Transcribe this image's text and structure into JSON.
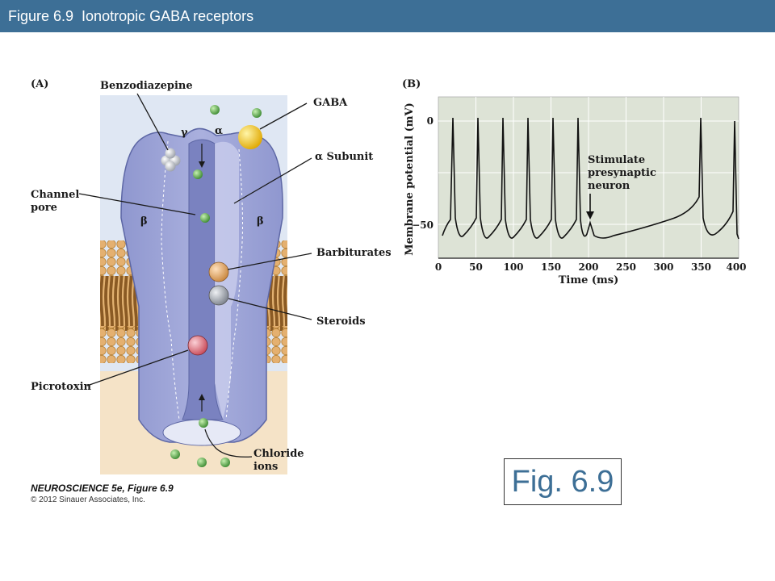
{
  "header": {
    "title": "Figure 6.9  Ionotropic GABA receptors"
  },
  "panel_a": {
    "panel_label": "(A)",
    "labels": {
      "benzodiazepine": "Benzodiazepine",
      "gaba": "GABA",
      "alpha_subunit": "α Subunit",
      "channel_pore_1": "Channel",
      "channel_pore_2": "pore",
      "barbiturates": "Barbiturates",
      "steroids": "Steroids",
      "picrotoxin": "Picrotoxin",
      "chloride_1": "Chloride",
      "chloride_2": "ions"
    },
    "subunit_labels": {
      "gamma": "γ",
      "alpha": "α",
      "beta_left": "β",
      "beta_right": "β"
    }
  },
  "panel_b": {
    "panel_label": "(B)",
    "ylabel": "Membrane potential (mV)",
    "xlabel": "Time (ms)",
    "y_ticks": [
      "0",
      "−50"
    ],
    "x_ticks": [
      "0",
      "50",
      "100",
      "150",
      "200",
      "250",
      "300",
      "350",
      "400"
    ],
    "annotation": [
      "Stimulate",
      "presynaptic",
      "neuron"
    ]
  },
  "credit": {
    "book": "NEUROSCIENCE 5e,",
    "figure": "Figure 6.9",
    "copyright": "© 2012 Sinauer Associates, Inc."
  },
  "figure_tag": "Fig. 6.9"
}
